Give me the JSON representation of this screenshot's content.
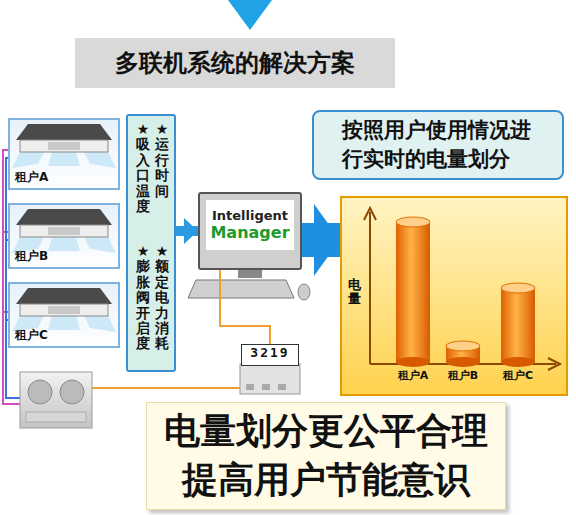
{
  "diagram": {
    "title": "多联机系统的解决方案",
    "nodes": [
      {
        "text": [
          "租户A"
        ]
      },
      {
        "text": [
          "租户B"
        ]
      },
      {
        "text": [
          "租户C"
        ]
      },
      {
        "text": [
          "★运行时间",
          "★吸入口温度",
          "★额定电力消耗",
          "★膨胀阀开启度"
        ]
      },
      {
        "text": [
          "Intelligent",
          "Manager"
        ]
      },
      {
        "text": [
          "按照用户使用情况进行实时的电量划分"
        ]
      },
      {
        "text": [
          "电量"
        ]
      },
      {
        "text": [
          "3219"
        ]
      },
      {
        "text": [
          "电量划分更公平合理",
          "提高用户节能意识"
        ]
      }
    ],
    "edges": [
      {
        "from": 3,
        "to": 4,
        "arrow": "to"
      },
      {
        "from": 4,
        "to": 6,
        "arrow": "to"
      },
      {
        "from": 4,
        "to": 7,
        "arrow": "none"
      }
    ],
    "labels": [
      "租户A",
      "租户B",
      "租户C"
    ]
  }
}
